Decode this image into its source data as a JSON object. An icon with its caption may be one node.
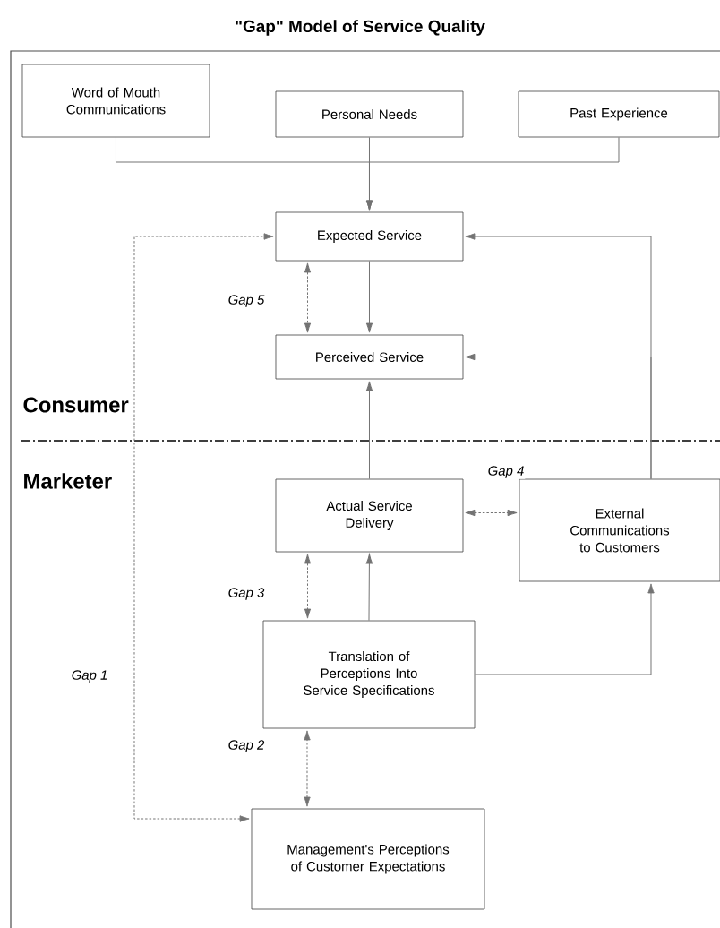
{
  "diagram": {
    "title": "\"Gap\" Model of Service Quality",
    "nodes": [
      {
        "text": [
          "Word of Mouth Communications"
        ]
      },
      {
        "text": [
          "Personal Needs"
        ]
      },
      {
        "text": [
          "Past Experience"
        ]
      },
      {
        "text": [
          "Expected Service"
        ]
      },
      {
        "text": [
          "Perceived Service"
        ]
      },
      {
        "text": [
          "Actual Service Delivery"
        ]
      },
      {
        "text": [
          "External Communications to Customers"
        ]
      },
      {
        "text": [
          "Translation of Perceptions Into Service Specifications"
        ]
      },
      {
        "text": [
          "Management's Perceptions of Customer Expectations"
        ]
      }
    ],
    "edges": [
      {
        "from": 0,
        "to": 3,
        "arrow": "to"
      },
      {
        "from": 1,
        "to": 3,
        "arrow": "to"
      },
      {
        "from": 2,
        "to": 3,
        "arrow": "to"
      },
      {
        "from": 3,
        "to": 4,
        "arrow": "to"
      },
      {
        "from": 3,
        "to": 4,
        "arrow": "both",
        "style": "dashed",
        "label": "Gap 5"
      },
      {
        "from": 5,
        "to": 4,
        "arrow": "to"
      },
      {
        "from": 6,
        "to": 3,
        "arrow": "to"
      },
      {
        "from": 6,
        "to": 4,
        "arrow": "to"
      },
      {
        "from": 5,
        "to": 6,
        "arrow": "both",
        "style": "dashed",
        "label": "Gap 4"
      },
      {
        "from": 5,
        "to": 7,
        "arrow": "both",
        "style": "dashed",
        "label": "Gap 3"
      },
      {
        "from": 7,
        "to": 5,
        "arrow": "to"
      },
      {
        "from": 7,
        "to": 6,
        "arrow": "to"
      },
      {
        "from": 8,
        "to": 7,
        "arrow": "both",
        "style": "dashed",
        "label": "Gap 2"
      },
      {
        "from": 8,
        "to": 3,
        "arrow": "both",
        "style": "dashed",
        "label": "Gap 1"
      }
    ],
    "labels": [
      "Consumer",
      "Marketer"
    ]
  }
}
